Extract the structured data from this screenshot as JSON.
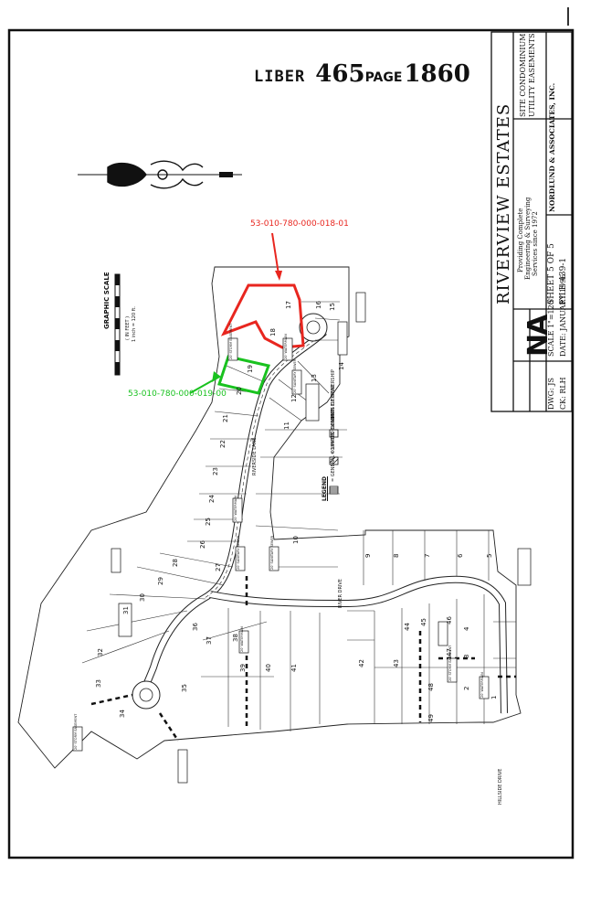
{
  "header": {
    "liber_label": "LIBER",
    "liber_number": "465",
    "page_label": "PAGE",
    "page_number": "1860"
  },
  "parcels": {
    "red_id": "53-010-780-000-018-01",
    "green_id": "53-010-780-000-019-00",
    "red_color": "#e8261f",
    "green_color": "#19c21f"
  },
  "title_block": {
    "project": "RIVERVIEW ESTATES",
    "plan_title_1": "SITE CONDOMINIUM",
    "plan_title_2": "UTILITY EASEMENTS",
    "firm_name": "NORDLUND & ASSOCIATES, INC.",
    "firm_tag_1": "Providing Complete",
    "firm_tag_2": "Engineering & Surveying",
    "firm_tag_3": "Services since 1972",
    "logo_text": "NA",
    "dwg": "DWG: JS",
    "ck": "CK: RLH",
    "scale": "SCALE 1\"=120'",
    "date": "DATE: JANUARY 1996",
    "sheet": "SHEET 5 OF 5",
    "file": "FILE 439-1"
  },
  "legend": {
    "title": "LEGEND",
    "items": [
      {
        "label": "= GENERAL COMMON ELEMENT"
      },
      {
        "label": "= LIMITED COMMON ELEMENT"
      },
      {
        "label": "= LIMITS OF OWNERSHIP"
      }
    ]
  },
  "graphic_scale": {
    "title": "GRAPHIC SCALE",
    "note": "( IN FEET )",
    "note2": "1 inch = 120 ft."
  },
  "streets": {
    "riverside_lane": "RIVERSIDE LANE",
    "river_drive": "RIVER DRIVE",
    "hillside_drive": "HILLSIDE DRIVE"
  },
  "lots": [
    "1",
    "2",
    "3",
    "4",
    "5",
    "6",
    "7",
    "8",
    "9",
    "10",
    "11",
    "12",
    "13",
    "14",
    "15",
    "16",
    "17",
    "18",
    "19",
    "20",
    "21",
    "22",
    "23",
    "24",
    "25",
    "26",
    "27",
    "28",
    "29",
    "30",
    "31",
    "32",
    "33",
    "34",
    "35",
    "36",
    "37",
    "38",
    "39",
    "40",
    "41",
    "42",
    "43",
    "44",
    "45",
    "46",
    "47",
    "48",
    "49"
  ],
  "easements": {
    "storm": "20' STORM EASEMENT",
    "sanitary": "20' SANITARY SEWER",
    "watermain": "20' WATERMAIN",
    "utility": "20' UTILITY EASEMENT FOR TELEPHONE AND CABLE TV"
  }
}
